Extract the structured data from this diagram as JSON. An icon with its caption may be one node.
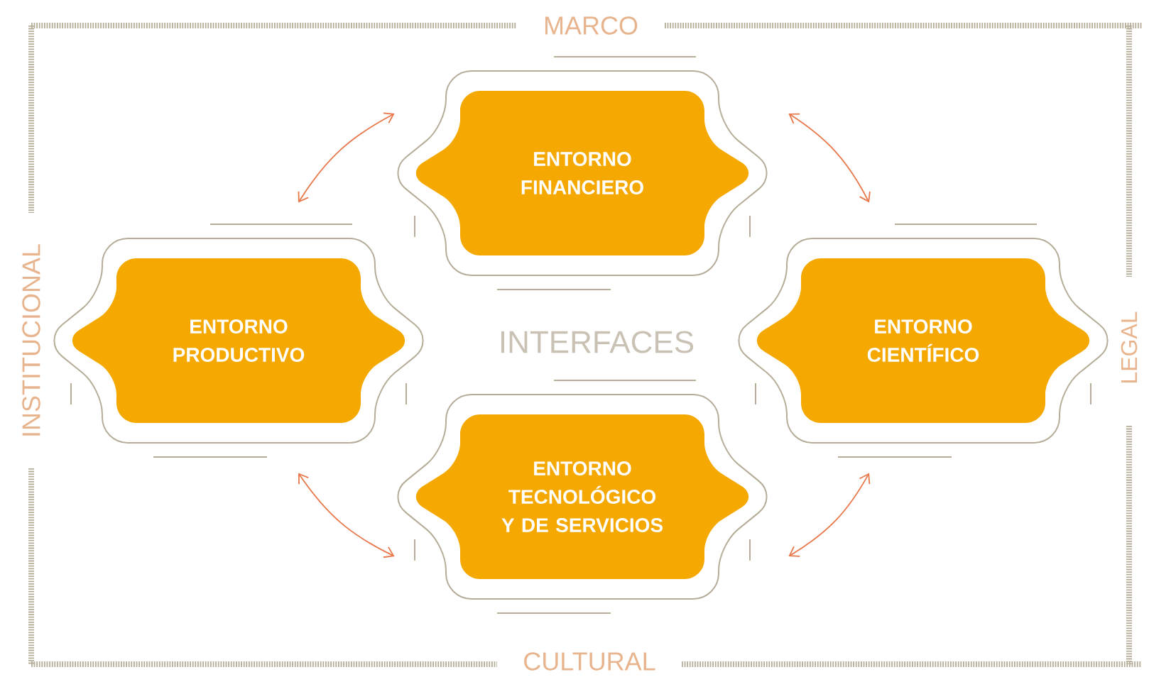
{
  "diagram": {
    "nodes": [
      {
        "text": [
          "ENTORNO FINANCIERO"
        ]
      },
      {
        "text": [
          "ENTORNO PRODUCTIVO"
        ]
      },
      {
        "text": [
          "ENTORNO CIENTÍFICO"
        ]
      },
      {
        "text": [
          "ENTORNO TECNOLÓGICO Y DE SERVICIOS"
        ]
      }
    ],
    "edges": [
      {
        "from": 1,
        "to": 0,
        "arrow": "both"
      },
      {
        "from": 0,
        "to": 2,
        "arrow": "both"
      },
      {
        "from": 1,
        "to": 3,
        "arrow": "both"
      },
      {
        "from": 3,
        "to": 2,
        "arrow": "both"
      }
    ],
    "labels": [
      "MARCO",
      "INSTITUCIONAL",
      "INTERFACES",
      "LEGAL",
      "CULTURAL"
    ]
  }
}
